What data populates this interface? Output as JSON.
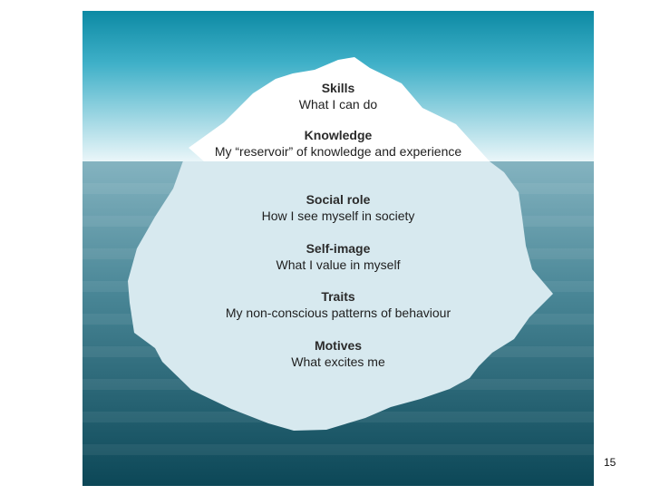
{
  "iceberg": {
    "above_water": [
      {
        "title": "Skills",
        "description": "What I can do"
      },
      {
        "title": "Knowledge",
        "description": "My “reservoir” of knowledge and experience"
      }
    ],
    "below_water": [
      {
        "title": "Social role",
        "description": "How I see myself in society"
      },
      {
        "title": "Self-image",
        "description": "What I value in myself"
      },
      {
        "title": "Traits",
        "description": "My non-conscious patterns of behaviour"
      },
      {
        "title": "Motives",
        "description": "What excites me"
      }
    ]
  },
  "page_number": "15",
  "colors": {
    "sky_top": "#0d8aa4",
    "sky_bottom": "#e6f4f7",
    "water_top": "#7fb0bd",
    "water_bottom": "#0d4c5d",
    "ice_above": "#ffffff",
    "ice_below": "#d7e9ef"
  }
}
